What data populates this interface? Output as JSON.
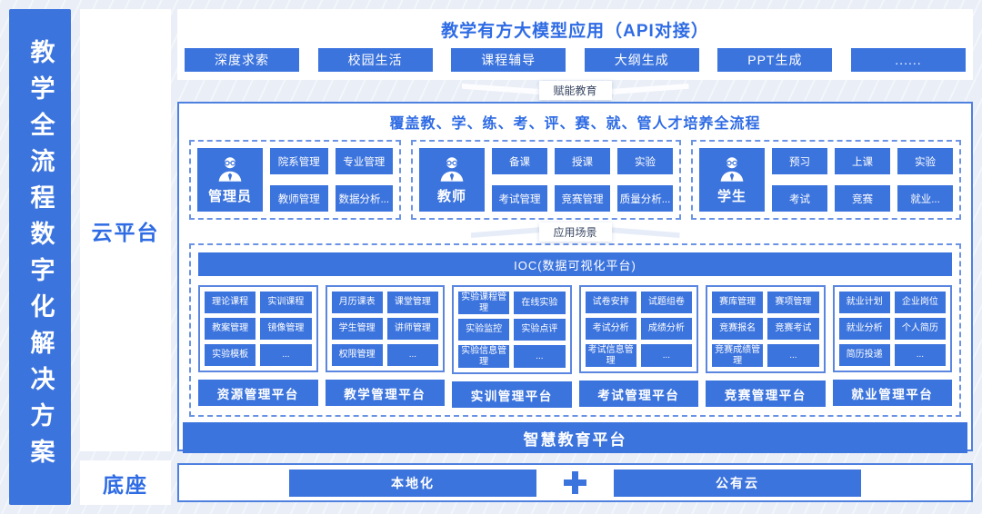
{
  "colors": {
    "primary_blue": "#3C74DE",
    "title_blue": "#2E6BE4",
    "border_blue": "#4E80DF",
    "dashed_blue": "#6A93E6",
    "page_bg": "#E9EEF7",
    "arrow_label_text": "#3A4763"
  },
  "icons": {
    "admin": "person-with-glasses",
    "teacher": "person-with-glasses",
    "student": "person-with-glasses",
    "plus": "plus-cross",
    "flow_arrow_down": "wide-chevron-down",
    "flow_arrow_up": "wide-chevron-up"
  },
  "sidebar": {
    "title": "教学全流程数字化解决方案"
  },
  "rail": {
    "cloud_label": "云平台",
    "base_label": "底座"
  },
  "api_section": {
    "title": "教学有方大模型应用（API对接）",
    "buttons": [
      "深度求索",
      "校园生活",
      "课程辅导",
      "大纲生成",
      "PPT生成",
      "......"
    ]
  },
  "arrows": {
    "down_label": "赋能教育",
    "up_label": "应用场景"
  },
  "process_section": {
    "title": "覆盖教、学、练、考、评、赛、就、管人才培养全流程",
    "roles": [
      {
        "name": "管理员",
        "items": [
          "院系管理",
          "专业管理",
          "教师管理",
          "数据分析..."
        ]
      },
      {
        "name": "教师",
        "items": [
          "备课",
          "授课",
          "实验",
          "考试管理",
          "竞赛管理",
          "质量分析..."
        ]
      },
      {
        "name": "学生",
        "items": [
          "预习",
          "上课",
          "实验",
          "考试",
          "竞赛",
          "就业..."
        ]
      }
    ]
  },
  "platform_section": {
    "ioc_banner": "IOC(数据可视化平台)",
    "platforms": [
      {
        "title": "资源管理平台",
        "items": [
          "理论课程",
          "实训课程",
          "教案管理",
          "镜像管理",
          "实验模板",
          "..."
        ]
      },
      {
        "title": "教学管理平台",
        "items": [
          "月历课表",
          "课堂管理",
          "学生管理",
          "讲师管理",
          "权限管理",
          "..."
        ]
      },
      {
        "title": "实训管理平台",
        "items": [
          "实验课程管理",
          "在线实验",
          "实验监控",
          "实验点评",
          "实验信息管理",
          "..."
        ]
      },
      {
        "title": "考试管理平台",
        "items": [
          "试卷安排",
          "试题组卷",
          "考试分析",
          "成绩分析",
          "考试信息管理",
          "..."
        ]
      },
      {
        "title": "竞赛管理平台",
        "items": [
          "赛库管理",
          "赛项管理",
          "竞赛报名",
          "竞赛考试",
          "竞赛成绩管理",
          "..."
        ]
      },
      {
        "title": "就业管理平台",
        "items": [
          "就业计划",
          "企业岗位",
          "就业分析",
          "个人简历",
          "简历投递",
          "..."
        ]
      }
    ],
    "footer_banner": "智慧教育平台"
  },
  "base_section": {
    "left_label": "本地化",
    "right_label": "公有云"
  }
}
